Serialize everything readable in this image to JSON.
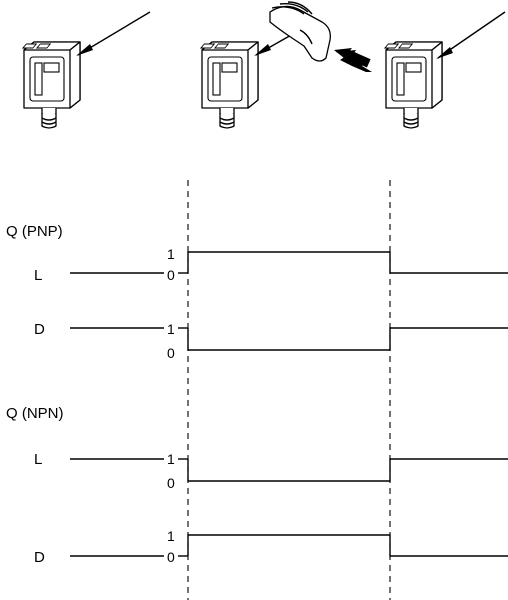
{
  "signals": [
    {
      "group": "Q (PNP)",
      "label": "L",
      "high": "1",
      "low": "0"
    },
    {
      "label": "D",
      "high": "1",
      "low": "0"
    },
    {
      "group": "Q (NPN)",
      "label": "L",
      "high": "1",
      "low": "0"
    },
    {
      "label": "D",
      "high": "1",
      "low": "0"
    }
  ],
  "icons": [
    "sensor-beam-clear",
    "sensor-beam-blocked-by-hand",
    "sensor-beam-clear"
  ]
}
